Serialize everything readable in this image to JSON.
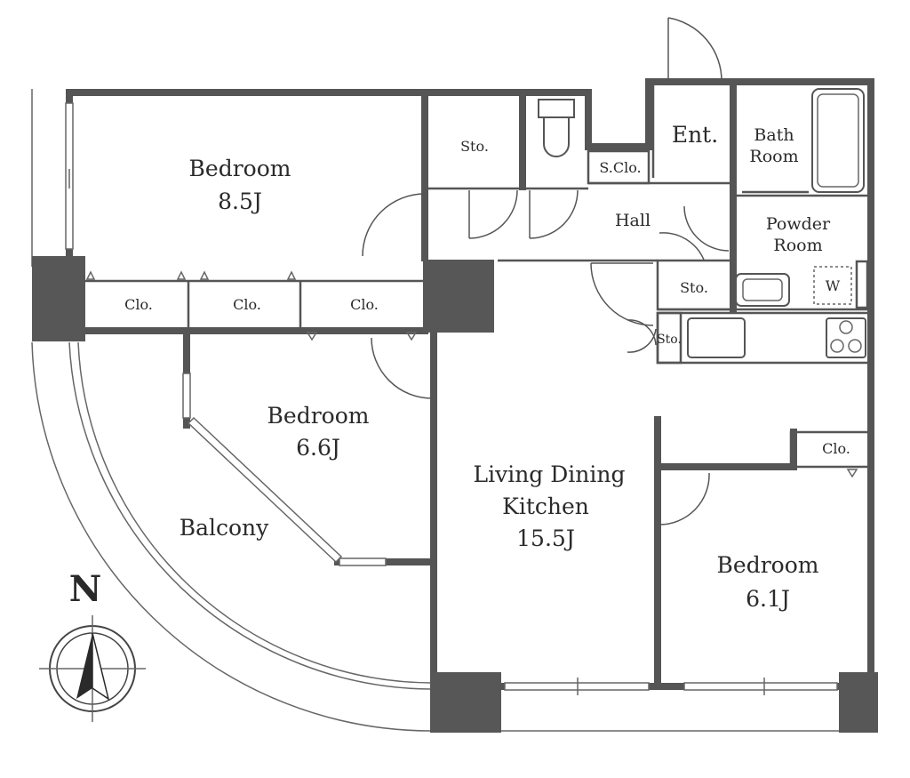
{
  "floorplan": {
    "compass_label": "N",
    "rooms": {
      "bedroom_85": {
        "name": "Bedroom",
        "size": "8.5J"
      },
      "bedroom_66": {
        "name": "Bedroom",
        "size": "6.6J"
      },
      "bedroom_61": {
        "name": "Bedroom",
        "size": "6.1J"
      },
      "ldk": {
        "line1": "Living Dining",
        "line2": "Kitchen",
        "size": "15.5J"
      },
      "balcony": "Balcony",
      "hall": "Hall",
      "entrance": "Ent.",
      "bath": {
        "line1": "Bath",
        "line2": "Room"
      },
      "powder": {
        "line1": "Powder",
        "line2": "Room"
      },
      "washer": "W",
      "storage_top": "Sto.",
      "storage_mid": "Sto.",
      "storage_small": "Sto.",
      "shoe_closet": "S.Clo.",
      "closet_1": "Clo.",
      "closet_2": "Clo.",
      "closet_3": "Clo.",
      "closet_4": "Clo."
    }
  }
}
